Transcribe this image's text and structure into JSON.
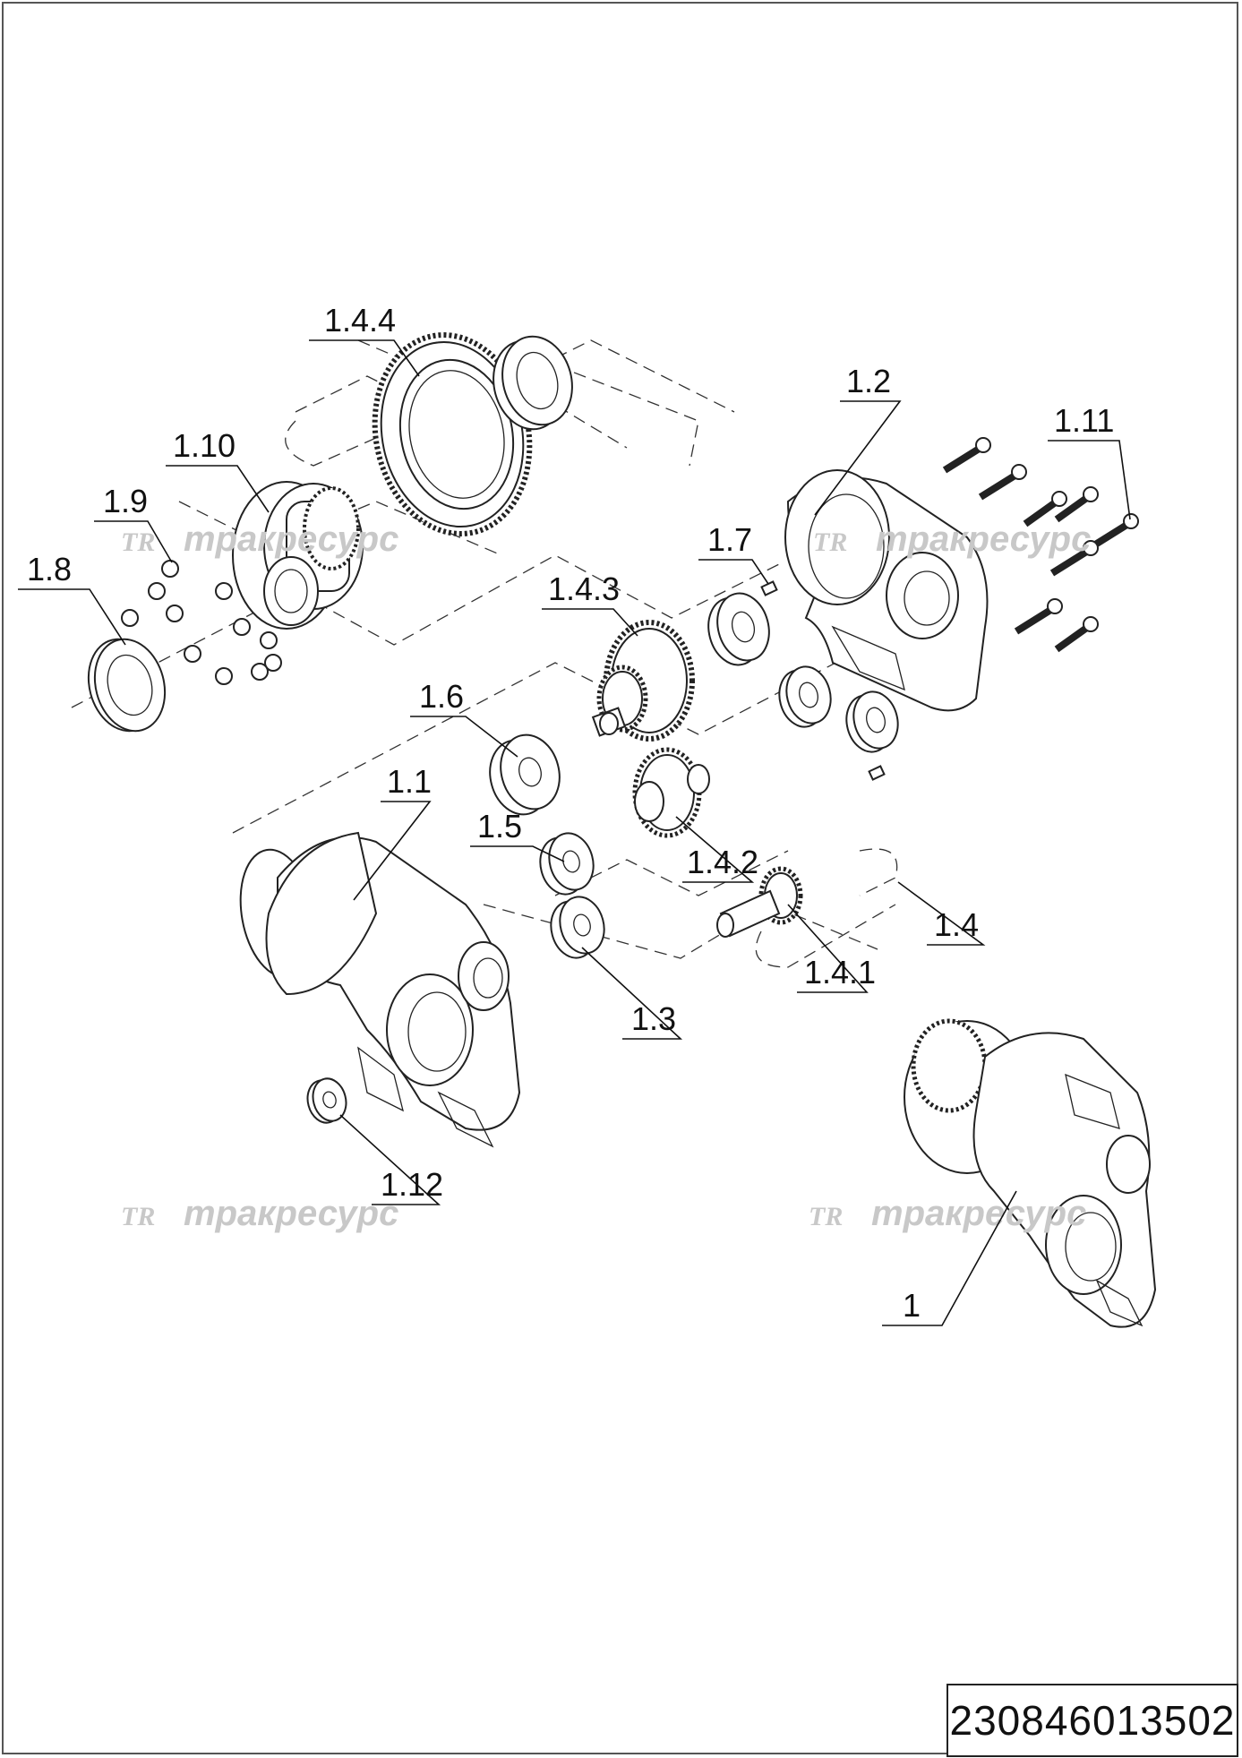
{
  "document_number": "230846013502",
  "watermark": {
    "logo": "TR",
    "text": "тракресурс"
  },
  "callouts": {
    "c1": "1",
    "c1_1": "1.1",
    "c1_2": "1.2",
    "c1_3": "1.3",
    "c1_4": "1.4",
    "c1_4_1": "1.4.1",
    "c1_4_2": "1.4.2",
    "c1_4_3": "1.4.3",
    "c1_4_4": "1.4.4",
    "c1_5": "1.5",
    "c1_6": "1.6",
    "c1_7": "1.7",
    "c1_8": "1.8",
    "c1_9": "1.9",
    "c1_10": "1.10",
    "c1_11": "1.11",
    "c1_12": "1.12"
  }
}
